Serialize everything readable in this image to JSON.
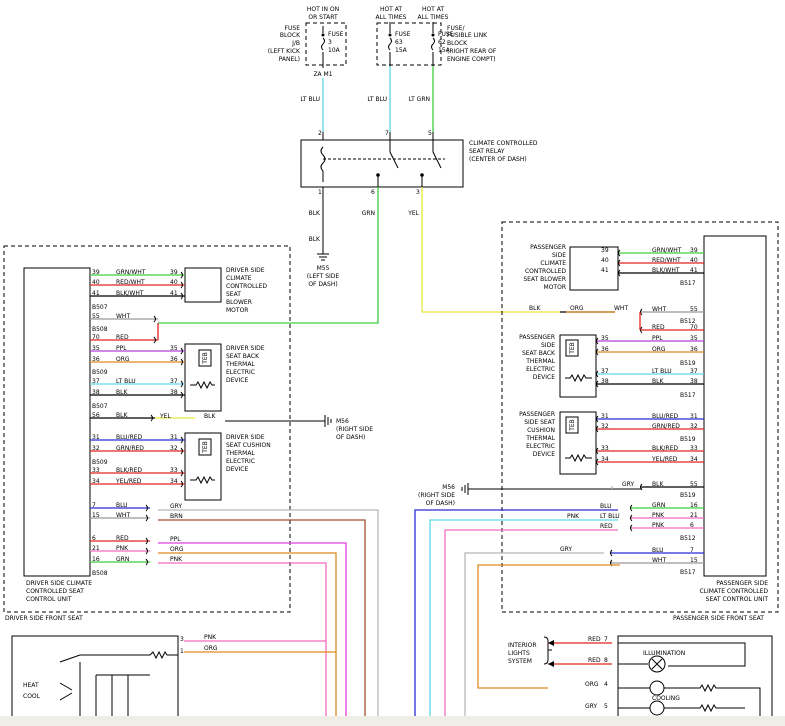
{
  "top": {
    "hot_run_start": [
      "HOT IN ON",
      "OR START"
    ],
    "hot_all_1": [
      "HOT AT",
      "ALL TIMES"
    ],
    "hot_all_2": [
      "HOT AT",
      "ALL TIMES"
    ],
    "fuse_block": [
      "FUSE",
      "BLOCK",
      "J/B",
      "(LEFT KICK",
      "PANEL)"
    ],
    "fuse_3": [
      "FUSE",
      "3",
      "10A"
    ],
    "fuse_63": [
      "FUSE",
      "63",
      "15A"
    ],
    "fuse_62": [
      "FUSE",
      "62",
      "15A"
    ],
    "fusible_block": [
      "FUSE/",
      "FUSIBLE LINK",
      "BLOCK",
      "(RIGHT REAR OF",
      "ENGINE COMPT)"
    ],
    "za_m1": "ZA M1",
    "wire_lt_blu_1": "LT BLU",
    "wire_lt_blu_2": "LT BLU",
    "wire_lt_grn": "LT GRN"
  },
  "relay": {
    "label": [
      "CLIMATE CONTROLLED",
      "SEAT RELAY",
      "(CENTER OF DASH)"
    ],
    "pins_top": [
      "2",
      "7",
      "5"
    ],
    "pins_bottom": [
      "1",
      "6",
      "3"
    ]
  },
  "ground1": {
    "blk1": "BLK",
    "blk2": "BLK",
    "grn": "GRN",
    "yel": "YEL",
    "label": [
      "M55",
      "(LEFT SIDE",
      "OF DASH)"
    ]
  },
  "driver": {
    "unit_label": [
      "DRIVER SIDE CLIMATE",
      "CONTROLLED SEAT",
      "CONTROL UNIT"
    ],
    "frame_label": "DRIVER SIDE FRONT SEAT",
    "motor_label": [
      "DRIVER SIDE",
      "CLIMATE",
      "CONTROLLED",
      "SEAT",
      "BLOWER",
      "MOTOR"
    ],
    "back_label": [
      "DRIVER SIDE",
      "SEAT BACK",
      "THERMAL",
      "ELECTRIC",
      "DEVICE"
    ],
    "cushion_label": [
      "DRIVER SIDE",
      "SEAT CUSHION",
      "THERMAL",
      "ELECTRIC",
      "DEVICE"
    ],
    "ground": [
      "M56",
      "(RIGHT SIDE",
      "OF DASH)"
    ],
    "wires": [
      {
        "pin": "39",
        "color": "GRN/WHT",
        "pin2": "39"
      },
      {
        "pin": "40",
        "color": "RED/WHT",
        "pin2": "40"
      },
      {
        "pin": "41",
        "color": "BLK/WHT",
        "pin2": "41"
      },
      {
        "pin": "55",
        "color": "WHT"
      },
      {
        "pin": "70",
        "color": "RED"
      },
      {
        "pin": "35",
        "color": "PPL",
        "pin2": "35"
      },
      {
        "pin": "36",
        "color": "ORG",
        "pin2": "36"
      },
      {
        "pin": "37",
        "color": "LT BLU",
        "pin2": "37"
      },
      {
        "pin": "38",
        "color": "BLK",
        "pin2": "38"
      },
      {
        "pin": "56",
        "color": "BLK"
      },
      {
        "pin": "31",
        "color": "BLU/RED",
        "pin2": "31"
      },
      {
        "pin": "32",
        "color": "GRN/RED",
        "pin2": "32"
      },
      {
        "pin": "33",
        "color": "BLK/RED",
        "pin2": "33"
      },
      {
        "pin": "34",
        "color": "YEL/RED",
        "pin2": "34"
      },
      {
        "pin": "7",
        "color": "BLU"
      },
      {
        "pin": "15",
        "color": "WHT"
      },
      {
        "pin": "6",
        "color": "RED"
      },
      {
        "pin": "21",
        "color": "PNK"
      },
      {
        "pin": "16",
        "color": "GRN"
      }
    ],
    "connectors": [
      "B507",
      "B508",
      "B509",
      "B507",
      "B509",
      "B508"
    ],
    "ext": {
      "gry": "GRY",
      "brn": "BRN",
      "ppl": "PPL",
      "org": "ORG",
      "pnk": "PNK",
      "yel": "YEL",
      "blk": "BLK"
    }
  },
  "passenger": {
    "unit_label": [
      "PASSENGER SIDE",
      "CLIMATE CONTROLLED",
      "SEAT CONTROL UNIT"
    ],
    "frame_label": "PASSENGER SIDE FRONT SEAT",
    "motor_label": [
      "PASSENGER",
      "SIDE",
      "CLIMATE",
      "CONTROLLED",
      "SEAT BLOWER",
      "MOTOR"
    ],
    "back_label": [
      "PASSENGER",
      "SIDE",
      "SEAT BACK",
      "THERMAL",
      "ELECTRIC",
      "DEVICE"
    ],
    "cushion_label": [
      "PASSENGER",
      "SIDE SEAT",
      "CUSHION",
      "THERMAL",
      "ELECTRIC",
      "DEVICE"
    ],
    "ground": [
      "M56",
      "(RIGHT SIDE",
      "OF DASH)"
    ],
    "wires": [
      {
        "pin": "39",
        "color": "GRN/WHT",
        "pin2": "39"
      },
      {
        "pin": "40",
        "color": "RED/WHT",
        "pin2": "40"
      },
      {
        "pin": "41",
        "color": "BLK/WHT",
        "pin2": "41"
      },
      {
        "pin": "55",
        "color": "WHT"
      },
      {
        "pin": "70",
        "color": "RED"
      },
      {
        "pin": "35",
        "color": "PPL",
        "pin2": "35"
      },
      {
        "pin": "36",
        "color": "ORG",
        "pin2": "36"
      },
      {
        "pin": "37",
        "color": "LT BLU",
        "pin2": "37"
      },
      {
        "pin": "38",
        "color": "BLK",
        "pin2": "38"
      },
      {
        "pin": "31",
        "color": "BLU/RED",
        "pin2": "31"
      },
      {
        "pin": "32",
        "color": "GRN/RED",
        "pin2": "32"
      },
      {
        "pin": "33",
        "color": "BLK/RED",
        "pin2": "33"
      },
      {
        "pin": "34",
        "color": "YEL/RED",
        "pin2": "34"
      },
      {
        "pin": "55",
        "color": "BLK"
      },
      {
        "pin": "16",
        "color": "GRN"
      },
      {
        "pin": "21",
        "color": "PNK"
      },
      {
        "pin": "6",
        "color": "PNK"
      },
      {
        "pin": "7",
        "color": "BLU"
      },
      {
        "pin": "15",
        "color": "WHT"
      }
    ],
    "connectors": [
      "B517",
      "B512",
      "B519",
      "B517",
      "B519",
      "B519",
      "B512",
      "B517"
    ],
    "ext": {
      "blk": "BLK",
      "org": "ORG",
      "wht": "WHT",
      "gry_top": "GRY",
      "blu": "BLU",
      "lt_blu": "LT BLU",
      "pnk": "PNK",
      "red": "RED",
      "gry": "GRY"
    }
  },
  "bottom": {
    "pin3": "3",
    "pin1": "1",
    "pnk": "PNK",
    "org": "ORG",
    "heat": "HEAT",
    "cool": "COOL",
    "lights_label": [
      "INTERIOR",
      "LIGHTS",
      "SYSTEM"
    ],
    "red7": "RED",
    "pin7": "7",
    "red8": "RED",
    "pin8": "8",
    "org4": "ORG",
    "pin4": "4",
    "gry5": "GRY",
    "pin5": "5",
    "illumination": "ILLUMINATION",
    "cooling": "COOLING"
  },
  "tebs": [
    "TEB",
    "TEB",
    "TEB",
    "TEB"
  ]
}
